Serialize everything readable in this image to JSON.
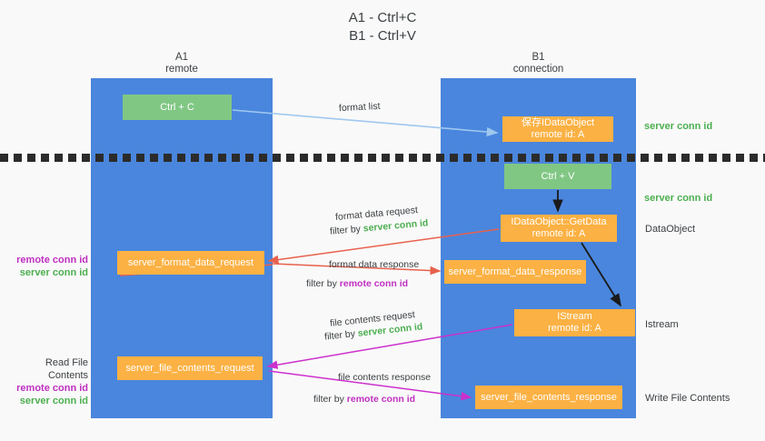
{
  "title": "A1 - Ctrl+C\nB1 - Ctrl+V",
  "columns": {
    "a1": {
      "header": "A1\nremote"
    },
    "b1": {
      "header": "B1\nconnection"
    }
  },
  "boxes": {
    "ctrl_c": "Ctrl + C",
    "ctrl_v": "Ctrl + V",
    "idataobject": "保存IDataObject\nremote id: A",
    "idataobject_getdata": "IDataObject::GetData\nremote id: A",
    "istream": "IStream\nremote id: A",
    "server_format_data_request": "server_format_data_request",
    "server_format_data_response": "server_format_data_response",
    "server_file_contents_request": "server_file_contents_request",
    "server_file_contents_response": "server_file_contents_response"
  },
  "right_labels": {
    "server_conn_id_1": "server conn id",
    "server_conn_id_2": "server conn id",
    "dataobject": "DataObject",
    "istream": "Istream",
    "write_file_contents": "Write File Contents"
  },
  "left_labels": {
    "remote_conn_id_1": "remote conn id",
    "server_conn_id_1": "server conn id",
    "read_file_contents": "Read File Contents",
    "remote_conn_id_2": "remote conn id",
    "server_conn_id_2": "server conn id"
  },
  "connector_labels": {
    "format_list": "format list",
    "format_data_request": "format data request",
    "filter_by": "filter by ",
    "filter_server_conn_id": "server conn id",
    "filter_remote_conn_id": "remote conn id",
    "format_data_response": "format data response",
    "file_contents_request": "file contents request",
    "file_contents_response": "file contents response"
  },
  "colors": {
    "lane_blue": "#4a86dd",
    "box_green": "#81c784",
    "box_orange": "#fbb143",
    "accent_green": "#4caf50",
    "accent_purple": "#c030c0",
    "arrow_lightblue": "#9fc8ef",
    "arrow_red": "#e8614d",
    "arrow_magenta": "#cc30cc",
    "arrow_dark": "#1a1a1a",
    "background": "#f9f9f9"
  }
}
